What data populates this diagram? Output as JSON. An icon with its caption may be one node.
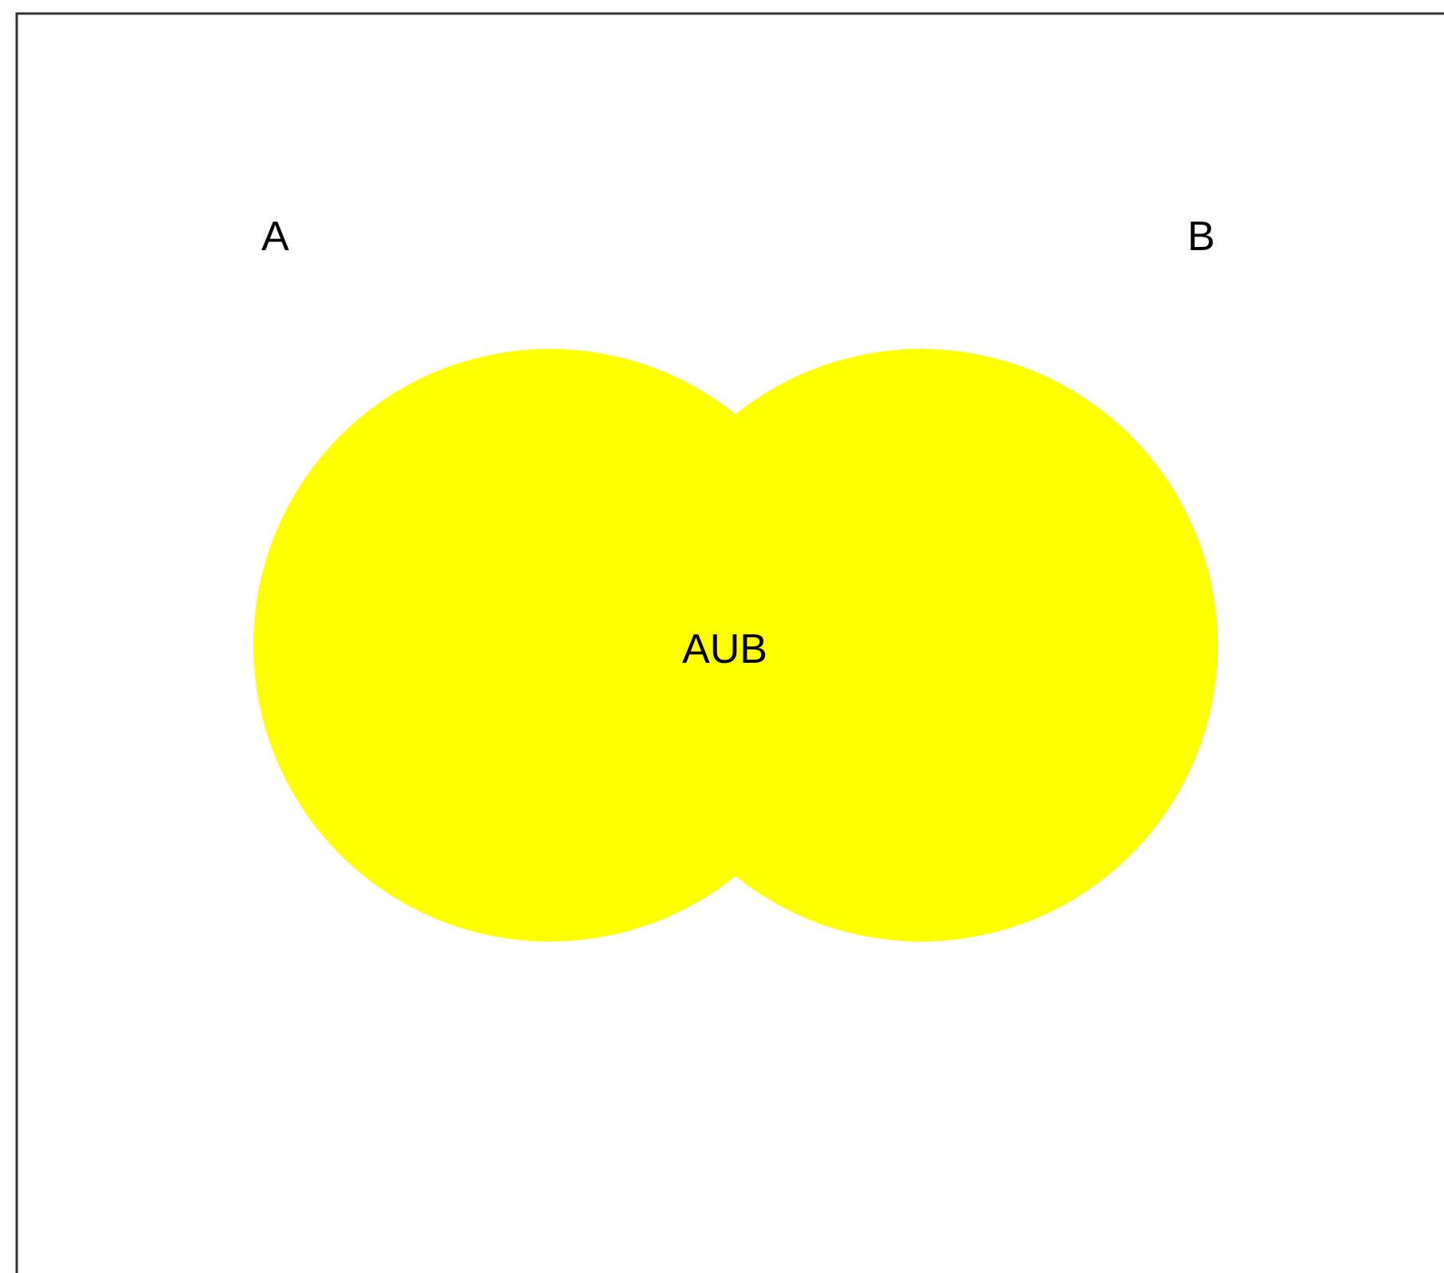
{
  "diagram": {
    "nodes": [
      {
        "text": [
          "A"
        ]
      },
      {
        "text": [
          "B"
        ]
      }
    ],
    "labels": [
      "AUB"
    ]
  }
}
